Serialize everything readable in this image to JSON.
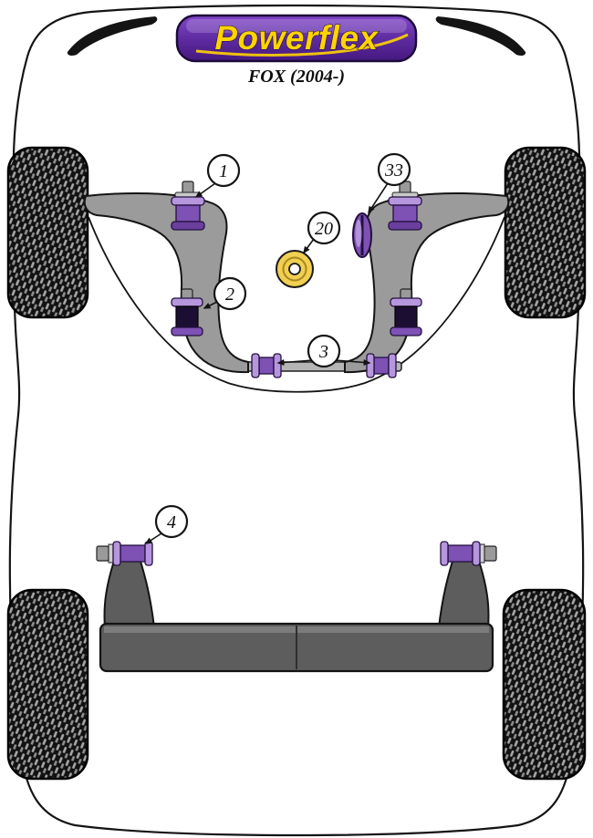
{
  "header": {
    "brand": "Powerflex",
    "model": "FOX (2004-)"
  },
  "callouts": [
    {
      "label": "1"
    },
    {
      "label": "2"
    },
    {
      "label": "3"
    },
    {
      "label": "4"
    },
    {
      "label": "20"
    },
    {
      "label": "33"
    }
  ],
  "colors": {
    "outline_black": "#141414",
    "logo_purple_top": "#8247c9",
    "logo_purple_mid": "#5c2a9e",
    "logo_purple_bottom": "#46187f",
    "logo_yellow": "#ffd400",
    "bushing_purple": "#7e51b4",
    "bushing_purple_light": "#b696dd",
    "bushing_purple_dark": "#6a3f9e",
    "bushing_core": "#1c0e33",
    "washer_yellow": "#f0cf52",
    "washer_ring": "#a8871e",
    "subframe_gray": "#9b9b9b",
    "subframe_bar_gray": "#b5b5b5",
    "rear_beam_gray": "#5d5d5d",
    "bolt_gray": "#9a9a9a",
    "tire_base": "#121212",
    "tread_light": "#a8a8a8",
    "tread_mid": "#8f8f8f"
  }
}
